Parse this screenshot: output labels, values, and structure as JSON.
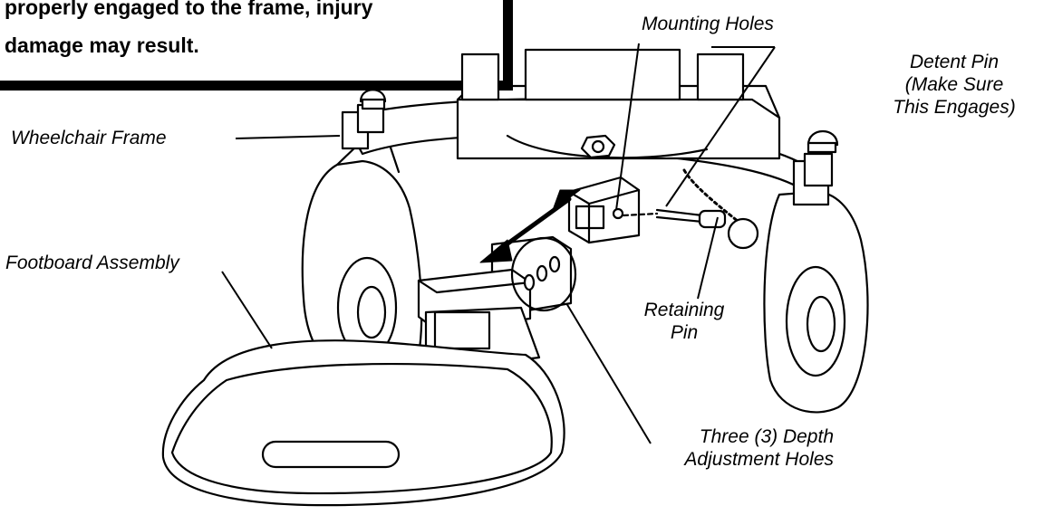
{
  "warning": {
    "line1": "properly engaged to the frame, injury",
    "line2": "damage may result."
  },
  "labels": {
    "mounting_holes": "Mounting Holes",
    "detent_pin_line1": "Detent Pin",
    "detent_pin_line2": "(Make Sure",
    "detent_pin_line3": "This Engages)",
    "wheelchair_frame": "Wheelchair Frame",
    "footboard_assembly": "Footboard Assembly",
    "retaining_pin_line1": "Retaining",
    "retaining_pin_line2": "Pin",
    "depth_holes_line1": "Three (3) Depth",
    "depth_holes_line2": "Adjustment Holes"
  }
}
